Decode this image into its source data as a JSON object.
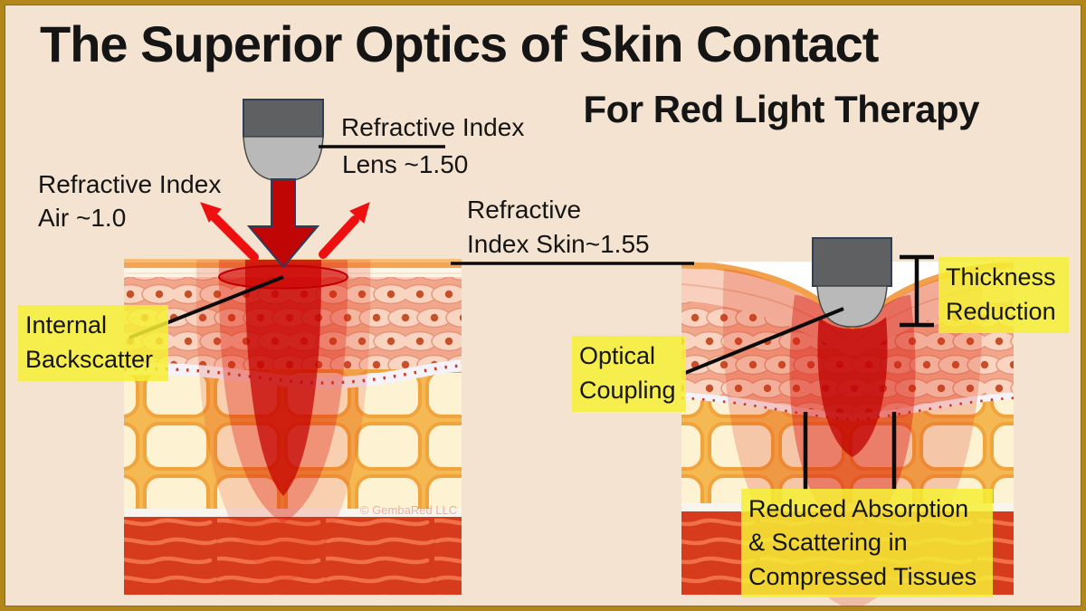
{
  "title": {
    "line1": "The Superior Optics of Skin Contact",
    "line2": "For Red Light Therapy"
  },
  "labels": {
    "refractive_air": {
      "l1": "Refractive Index",
      "l2": "Air ~1.0"
    },
    "refractive_lens": {
      "l1": "Refractive Index",
      "l2": "Lens ~1.50"
    },
    "refractive_skin": {
      "l1": "Refractive",
      "l2": "Index Skin~1.55"
    },
    "internal_backscatter": {
      "l1": "Internal",
      "l2": "Backscatter"
    },
    "optical_coupling": {
      "l1": "Optical",
      "l2": "Coupling"
    },
    "thickness_reduction": {
      "l1": "Thickness",
      "l2": "Reduction"
    },
    "reduced_absorption": {
      "l1": "Reduced Absorption",
      "l2": "& Scattering in",
      "l3": "Compressed Tissues"
    }
  },
  "watermark": "© GembaRed LLC",
  "colors": {
    "background": "#F4E3D0",
    "frame_gold": "#B1871B",
    "label_yellow": "#F7F23A",
    "beam_red": "#CC0000",
    "arrow_red": "#EE1010",
    "device_gray": "#5F6062",
    "lens_gray": "#B9B9BA",
    "muscle_red": "#D63B1B",
    "fat_cream": "#FCEECB",
    "epidermis_pink": "#F2A78C"
  }
}
